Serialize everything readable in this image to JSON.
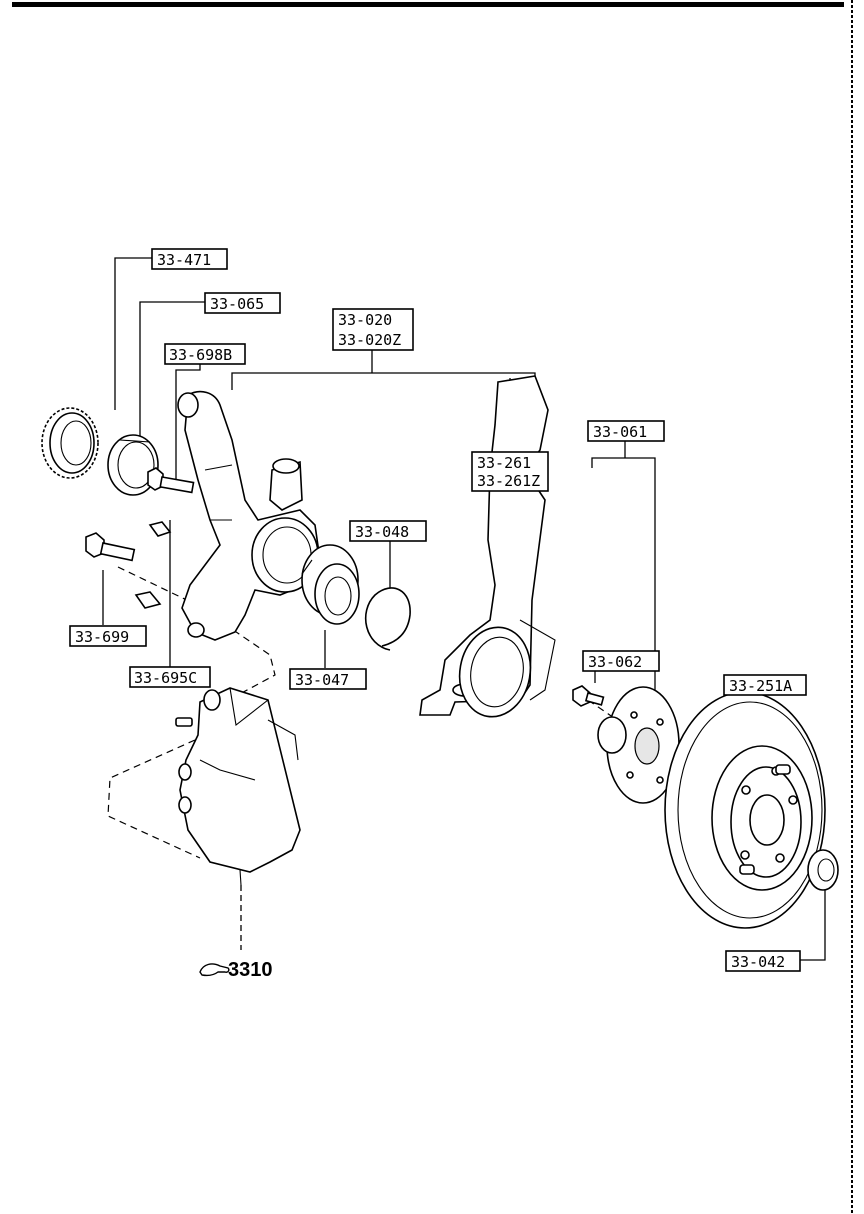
{
  "labels": {
    "l_33_471": "33-471",
    "l_33_065": "33-065",
    "l_33_698b": "33-698B",
    "l_33_020": "33-020",
    "l_33_020z": "33-020Z",
    "l_33_261": "33-261",
    "l_33_261z": "33-261Z",
    "l_33_048": "33-048",
    "l_33_699": "33-699",
    "l_33_695c": "33-695C",
    "l_33_047": "33-047",
    "l_33_061": "33-061",
    "l_33_062": "33-062",
    "l_33_251a": "33-251A",
    "l_33_042": "33-042"
  },
  "reference": {
    "text": "3310",
    "icon": "hand-pointer-icon"
  }
}
